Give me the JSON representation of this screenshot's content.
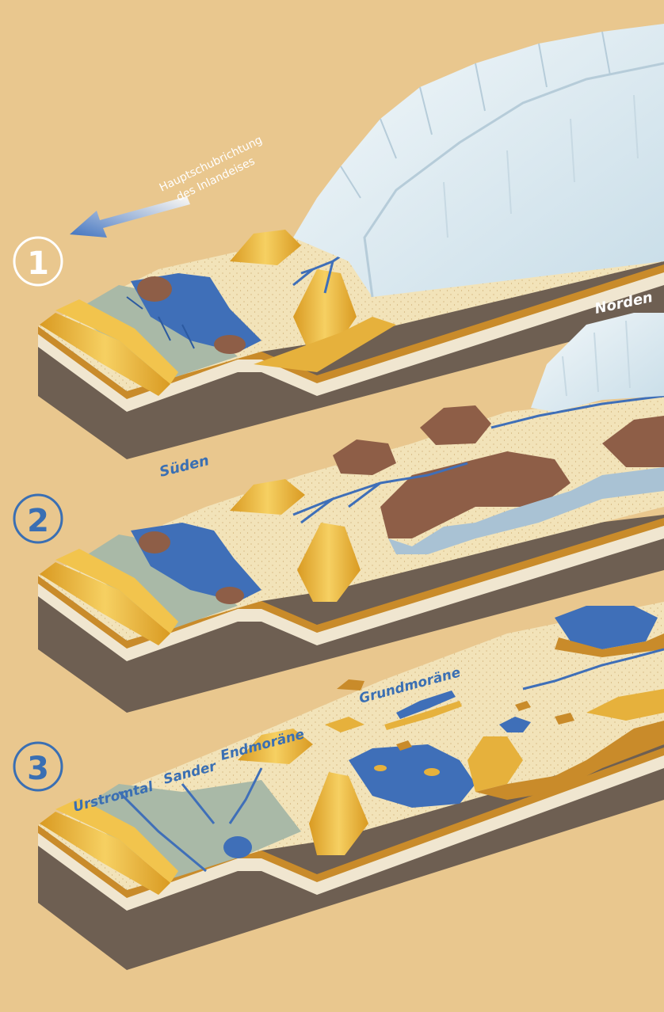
{
  "diagram": {
    "direction_label_line1": "Hauptschubrichtung",
    "direction_label_line2": "des Inlandeises",
    "north_label": "Norden",
    "south_label": "Süden",
    "stages": [
      {
        "number": "1"
      },
      {
        "number": "2"
      },
      {
        "number": "3"
      }
    ],
    "landform_labels": {
      "urstromtal": "Urstromtal",
      "sander": "Sander",
      "endmoraene": "Endmoräne",
      "grundmoraene": "Grundmoräne"
    },
    "colors": {
      "background": "#e9c78e",
      "ice": "#e3eff4",
      "water": "#3f6fb8",
      "sand": "#f2e3b9",
      "moraine_ridge": "#e6b13c",
      "dead_ice_hills": "#8e5e47",
      "bedrock": "#6e5f52",
      "label_blue": "#3a6fb3"
    }
  }
}
